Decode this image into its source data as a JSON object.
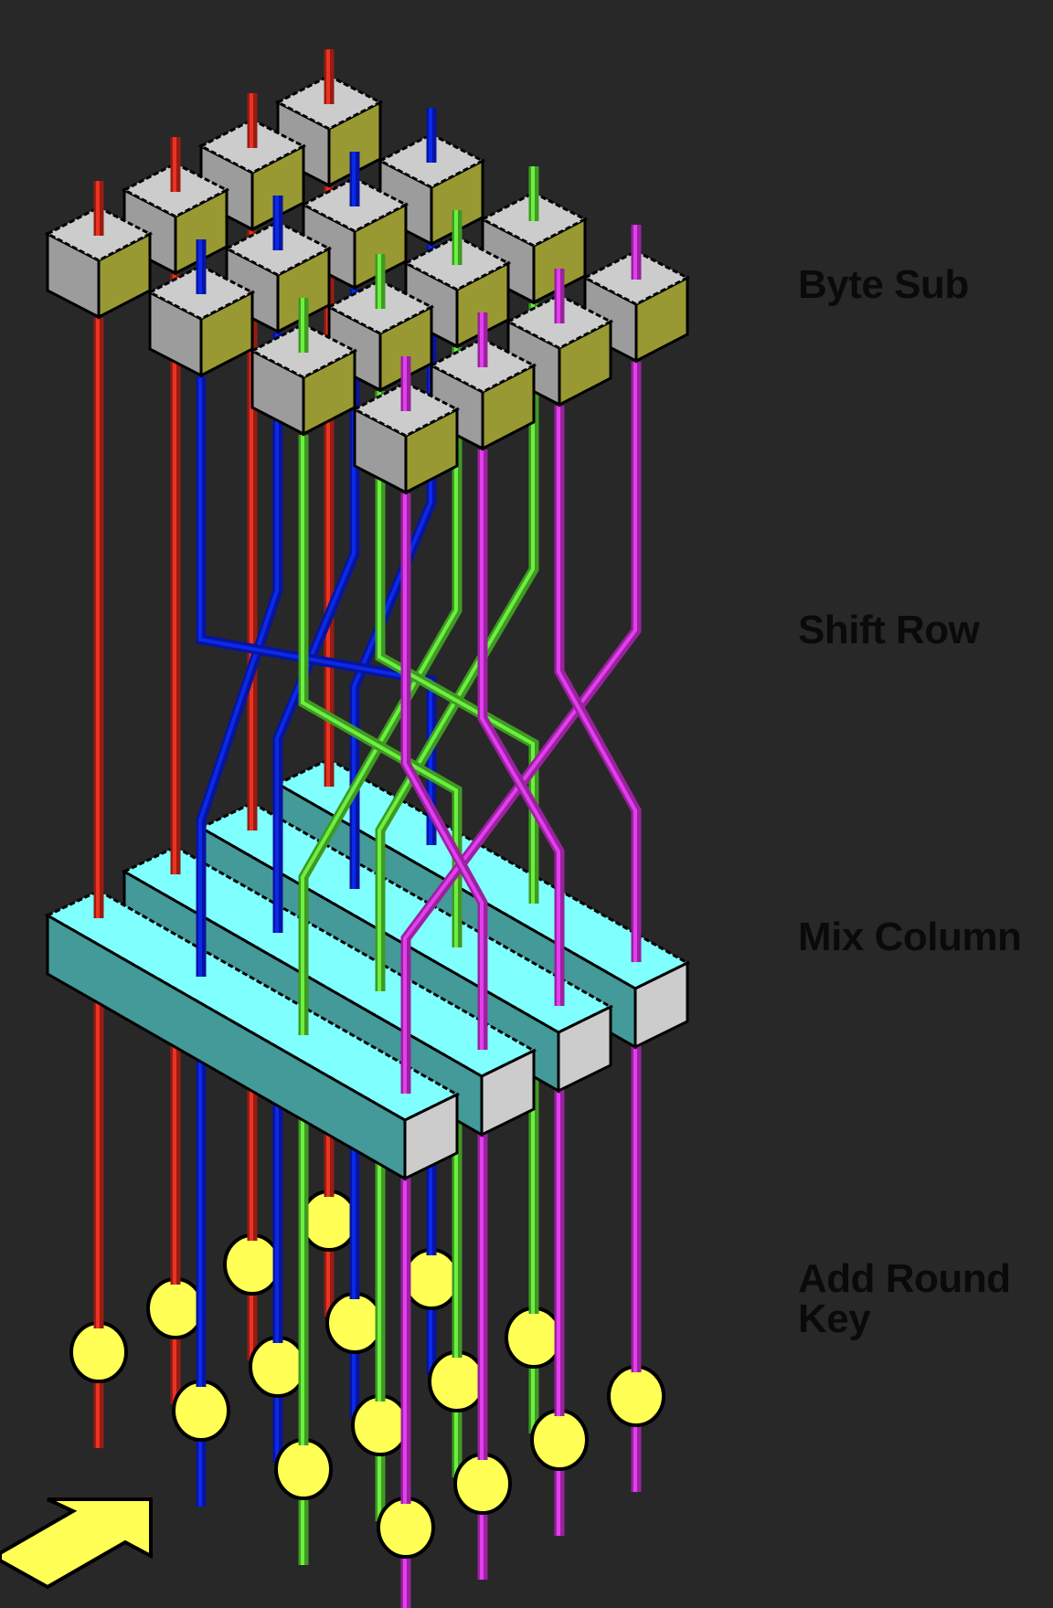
{
  "title": "Rijndael (AES) round structure",
  "labels": {
    "byte_sub": "Byte Sub",
    "shift_row": "Shift Row",
    "mix_column": "Mix Column",
    "add_round_key": "Add Round Key"
  },
  "state": {
    "columns": 4,
    "rows": 4,
    "column_colors": [
      {
        "name": "red",
        "dark": "#981c12",
        "bright": "#ea3322"
      },
      {
        "name": "blue",
        "dark": "#0814a0",
        "bright": "#0a2ae8"
      },
      {
        "name": "green",
        "dark": "#3f9a22",
        "bright": "#6cf040"
      },
      {
        "name": "magenta",
        "dark": "#9a229e",
        "bright": "#e23ef0"
      }
    ],
    "shift_row_offsets": [
      0,
      1,
      2,
      3
    ],
    "shift_direction_note": "row r of color c moves to row (r - offset) mod 4"
  },
  "colors": {
    "background": "#282828",
    "cube_top": "#cccccc",
    "cube_left": "#9c9c9c",
    "cube_right": "#999933",
    "slab_top": "#80ffff",
    "slab_side": "#449999",
    "slab_end": "#cccccc",
    "key_circle": "#ffff55",
    "arrow": "#ffff55",
    "outline": "#000000"
  },
  "icons": {
    "direction_arrow": "up-right-arrow-icon"
  }
}
